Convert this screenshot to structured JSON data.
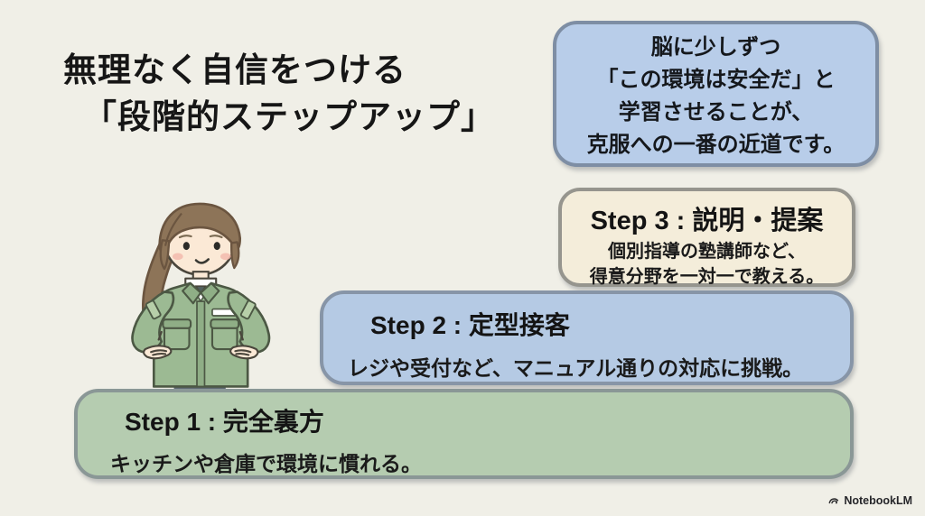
{
  "title": {
    "line1": "無理なく自信をつける",
    "line2": "「段階的ステップアップ」"
  },
  "callout": {
    "lines": [
      "脳に少しずつ",
      "「この環境は安全だ」と",
      "学習させることが、",
      "克服への一番の近道です。"
    ]
  },
  "steps": [
    {
      "title": "Step 3 : 説明・提案",
      "lines": [
        "個別指導の塾講師など、",
        "得意分野を一対一で教える。"
      ]
    },
    {
      "title": "Step 2 : 定型接客",
      "lines": [
        "レジや受付など、マニュアル通りの対応に挑戦。"
      ]
    },
    {
      "title": "Step 1 : 完全裏方",
      "lines": [
        "キッチンや倉庫で環境に慣れる。"
      ]
    }
  ],
  "illustration": {
    "name": "woman-in-green-work-uniform-hands-on-hips"
  },
  "watermark": {
    "label": "NotebookLM"
  },
  "colors": {
    "background": "#f0efe7",
    "callout_fill": "#b8cde9",
    "callout_border": "#7e8ea4",
    "step3_fill": "#f4edda",
    "step3_border": "#96958e",
    "step2_fill": "#b5cae4",
    "step2_border": "#8795a7",
    "step1_fill": "#b5ccb0",
    "step1_border": "#8a9796",
    "text": "#161616"
  }
}
